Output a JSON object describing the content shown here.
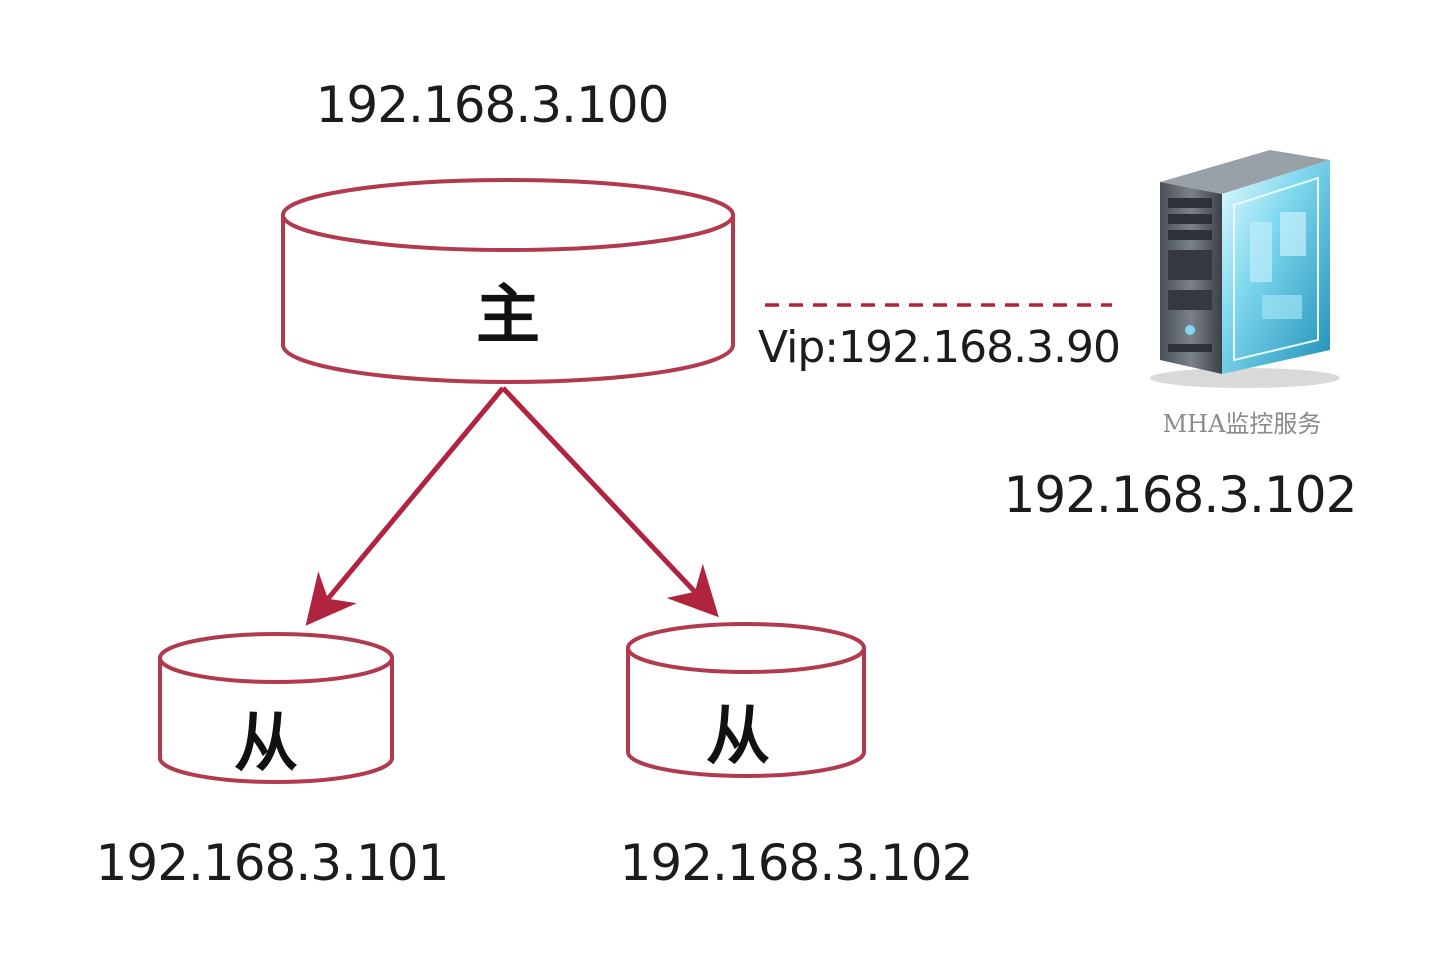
{
  "master": {
    "label": "主",
    "ip": "192.168.3.100"
  },
  "slaves": [
    {
      "label": "从",
      "ip": "192.168.3.101"
    },
    {
      "label": "从",
      "ip": "192.168.3.102"
    }
  ],
  "vip": {
    "text": "Vip:192.168.3.90"
  },
  "monitor": {
    "icon": "server-icon",
    "caption": "MHA监控服务",
    "ip": "192.168.3.102"
  },
  "colors": {
    "accent": "#b0243f",
    "db_stroke": "#b23a4e",
    "text": "#1c1c1c"
  }
}
